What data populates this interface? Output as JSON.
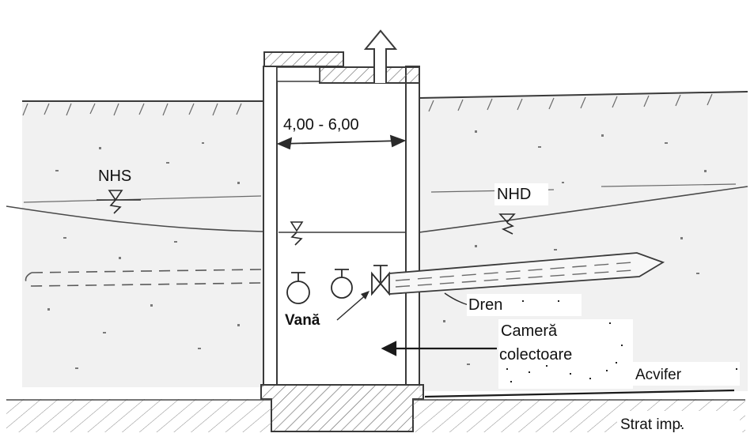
{
  "labels": {
    "width": "4,00 - 6,00",
    "nhs": "NHS",
    "nhd": "NHD",
    "valve": "Vană",
    "drain": "Dren",
    "chamber_line1": "Cameră",
    "chamber_line2": "colectoare",
    "aquifer": "Acvifer",
    "impermeable": "Strat imp."
  },
  "colors": {
    "line": "#3a3a3a",
    "soil": "#f1f1f1",
    "hatch": "#6a6a6a",
    "paper": "#ffffff",
    "text": "#111111"
  }
}
